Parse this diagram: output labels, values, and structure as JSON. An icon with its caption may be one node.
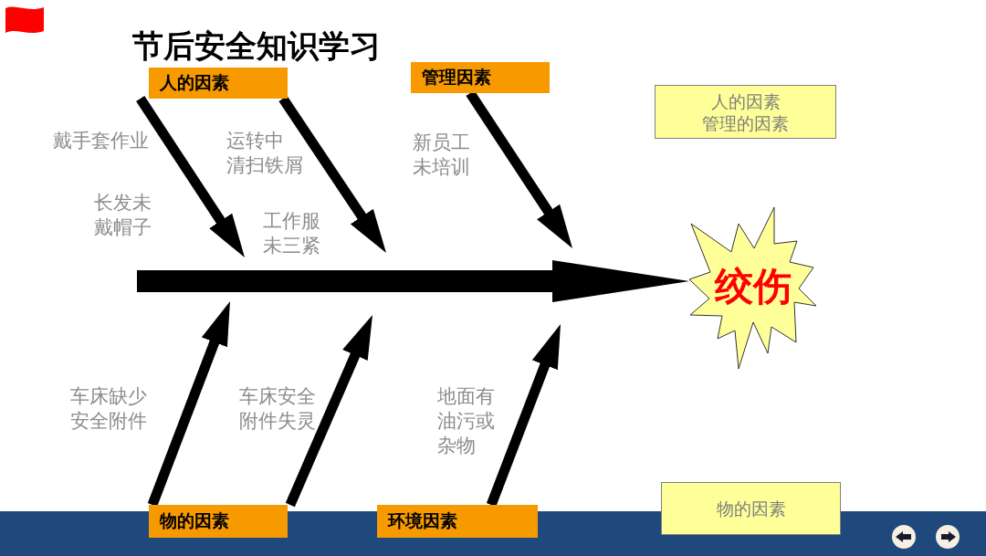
{
  "diagram": {
    "title": "节后安全知识学习",
    "nodes": [
      {
        "text": [
          "人的因素"
        ]
      },
      {
        "text": [
          "管理因素"
        ]
      },
      {
        "text": [
          "物的因素"
        ]
      },
      {
        "text": [
          "环境因素"
        ]
      },
      {
        "text": [
          "绞伤"
        ]
      },
      {
        "text": [
          "人的因素",
          "管理的因素"
        ]
      },
      {
        "text": [
          "物的因素"
        ]
      }
    ],
    "edges": [
      {
        "from": 0,
        "to": null,
        "arrow": "to"
      },
      {
        "from": 0,
        "to": null,
        "arrow": "to"
      },
      {
        "from": 1,
        "to": null,
        "arrow": "to"
      },
      {
        "from": 2,
        "to": null,
        "arrow": "to"
      },
      {
        "from": 2,
        "to": null,
        "arrow": "to"
      },
      {
        "from": 3,
        "to": null,
        "arrow": "to"
      },
      {
        "from": null,
        "to": 4,
        "arrow": "to",
        "style": "thick"
      }
    ],
    "labels": [
      "戴手套作业",
      "长发未戴帽子",
      "运转中清扫铁屑",
      "工作服未三紧",
      "新员工未培训",
      "车床缺少安全附件",
      "车床安全附件失灵",
      "地面有油污或杂物"
    ]
  }
}
